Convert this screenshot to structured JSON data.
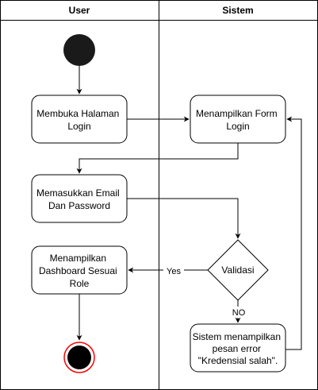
{
  "lanes": {
    "user": "User",
    "system": "Sistem"
  },
  "nodes": {
    "open_login": [
      "Membuka Halaman",
      "Login"
    ],
    "show_form": [
      "Menampilkan Form",
      "Login"
    ],
    "enter_credentials": [
      "Memasukkan Email",
      "Dan Password"
    ],
    "validation": "Validasi",
    "show_dashboard": [
      "Menampilkan",
      "Dashboard Sesuai",
      "Role"
    ],
    "show_error": [
      "Sistem menampilkan",
      "pesan error",
      "\"Kredensial salah\"."
    ]
  },
  "edges": {
    "yes": "Yes",
    "no": "NO"
  },
  "colors": {
    "line": "#000000",
    "start_node": "#1a1a1a",
    "end_ring": "#ff0000",
    "end_fill": "#000000"
  }
}
